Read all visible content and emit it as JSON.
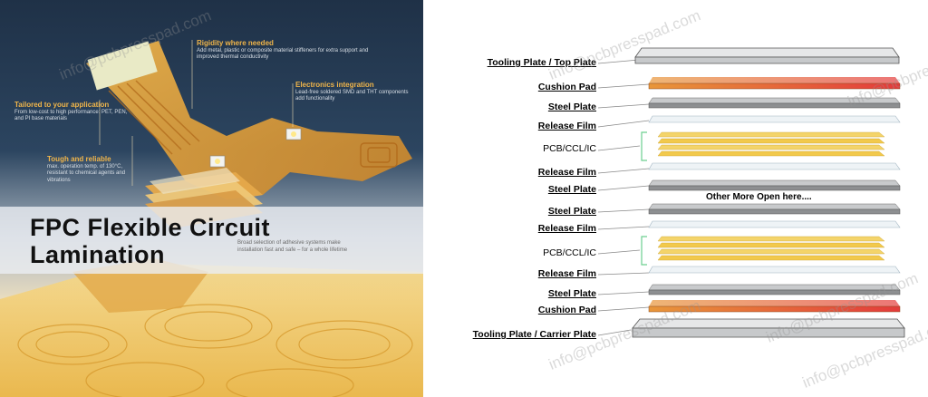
{
  "photo": {
    "headline_line1": "FPC Flexible Circuit",
    "headline_line2": "Lamination",
    "features": [
      {
        "title": "Rigidity where needed",
        "desc": "Add metal, plastic or composite material stiffeners for extra support and improved thermal conductivity"
      },
      {
        "title": "Electronics integration",
        "desc": "Lead-free soldered SMD and THT components add functionality"
      },
      {
        "title": "Tailored to your application",
        "desc": "From low-cost to high performance: PET, PEN, and PI base materials"
      },
      {
        "title": "Tough and reliable",
        "desc": "max. operation temp. of 130°C, resistant to chemical agents and vibrations"
      },
      {
        "title": "",
        "desc": "Broad selection of adhesive systems make installation fast and safe – for a whole lifetime"
      }
    ]
  },
  "stack": {
    "labels": {
      "top_plate": "Tooling Plate / Top Plate",
      "cushion_top": "Cushion Pad",
      "steel_1": "Steel Plate",
      "release_1": "Release Film",
      "pcb_1": "PCB/CCL/IC",
      "release_2": "Release Film",
      "steel_2": "Steel Plate",
      "note": "Other More Open here....",
      "steel_3": "Steel Plate",
      "release_3": "Release Film",
      "pcb_2": "PCB/CCL/IC",
      "release_4": "Release Film",
      "steel_4": "Steel Plate",
      "cushion_bottom": "Cushion Pad",
      "carrier_plate": "Tooling Plate / Carrier Plate"
    },
    "colors": {
      "tooling": "#d4d6d8",
      "steel": "#a9abad",
      "release": "#eef3f6",
      "pcb": "#f2c94c",
      "cushion_start": "#e8963a",
      "cushion_end": "#e33b3b",
      "bracket": "#6ccf8f"
    }
  },
  "watermarks": [
    "info@pcbpresspad.com",
    "info@pcbpresspad.com",
    "info@pcbpresspad.com",
    "info@pcbpresspad.com",
    "info@pcbpresspad.com",
    "info@pcbpresspad.com"
  ]
}
